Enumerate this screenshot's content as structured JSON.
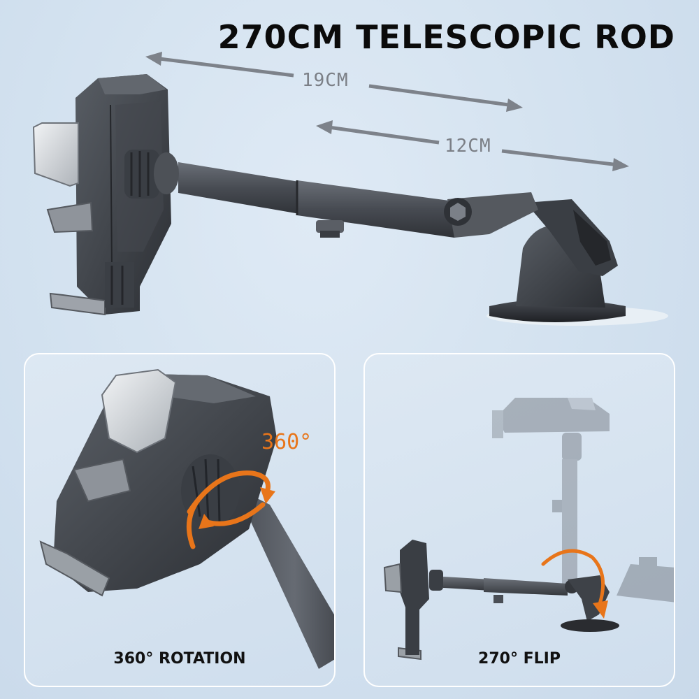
{
  "title": "270CM TELESCOPIC ROD",
  "dimensions": {
    "total_length": "19CM",
    "extension": "12CM"
  },
  "panels": {
    "rotation": {
      "caption": "360° ROTATION",
      "angle_label": "360°"
    },
    "flip": {
      "caption": "270° FLIP"
    }
  },
  "colors": {
    "accent": "#e8751a",
    "product": "#3d4147",
    "background": "#d4e3f1"
  }
}
